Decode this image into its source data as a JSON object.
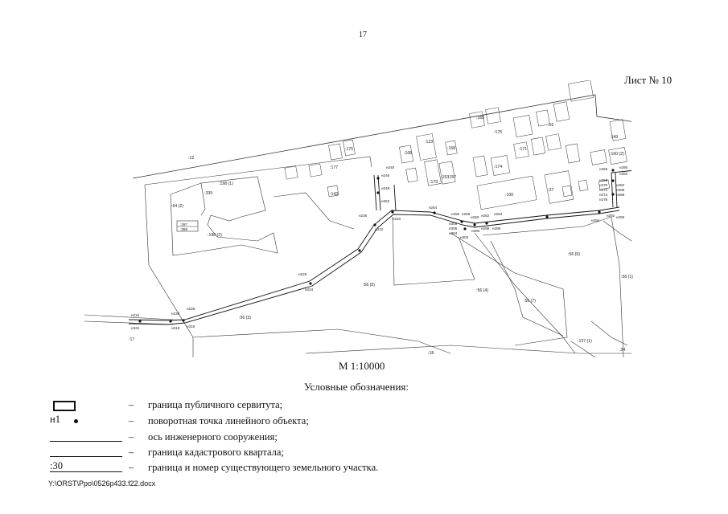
{
  "page_number": "17",
  "sheet_label": "Лист № 10",
  "scale": "М 1:10000",
  "legend": {
    "title": "Условные обозначения:",
    "dash": "–",
    "items": [
      {
        "symbol": "rectangle",
        "text": "граница публичного сервитута;"
      },
      {
        "symbol": "point",
        "label": "н1",
        "text": "поворотная точка линейного объекта;"
      },
      {
        "symbol": "line",
        "text": "ось инженерного сооружения;"
      },
      {
        "symbol": "line",
        "text": "граница кадастрового квартала;"
      },
      {
        "symbol": "line",
        "label": ":30",
        "text": "граница и номер существующего земельного участка."
      }
    ]
  },
  "file_path": "Y:\\ORST\\Ppo\\0526p433.f22.docx",
  "map": {
    "parcel_labels": [
      ":12",
      ":198 (1)",
      ":339",
      ":64 (2)",
      ":198 (2)",
      ":397",
      ":359",
      ":56 (3)",
      ":56 (5)",
      ":56 (4)",
      ":56 (7)",
      ":56 (6)",
      ":56 (1)",
      ":17",
      ":18",
      ":24",
      ":100",
      ":37",
      ":123",
      ":168",
      ":158",
      ":175",
      ":177",
      ":143",
      ":179",
      ":153",
      ":157",
      ":174",
      ":171",
      ":16",
      ":165",
      ":176",
      ":160 (2)",
      ":149",
      ":137 (1)"
    ],
    "point_labels": [
      "н234",
      "н230",
      "н228",
      "н226",
      "н316",
      "н318",
      "н322",
      "н324",
      "н312",
      "н310",
      "н236",
      "н240",
      "н246",
      "н248",
      "н252",
      "н254",
      "н256",
      "н258",
      "н260",
      "н262",
      "н264",
      "н266",
      "н268",
      "н270",
      "н272",
      "н274",
      "н278",
      "н280",
      "н282",
      "н284",
      "н286",
      "н288",
      "н290",
      "н292",
      "н294",
      "н296",
      "н298",
      "н300",
      "н302",
      "н304",
      "н306",
      "н308"
    ]
  }
}
